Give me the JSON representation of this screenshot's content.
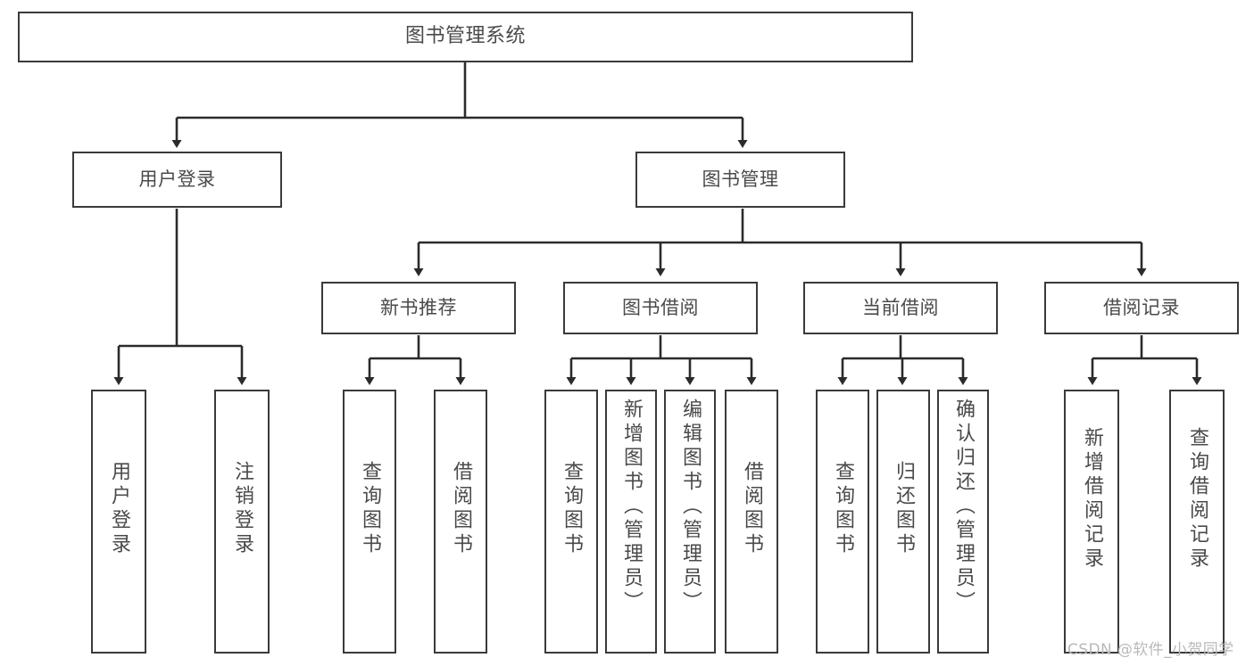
{
  "diagram": {
    "title": "图书管理系统",
    "watermark": "CSDN @软件_小贺同学",
    "colors": {
      "box_border": "#3a3a3a",
      "text": "#4a4a4a",
      "connector": "#2b2b2b",
      "background": "#ffffff",
      "watermark": "#b9b9b9"
    },
    "nodes": {
      "root": "图书管理系统",
      "level2": {
        "user_login": "用户登录",
        "book_manage": "图书管理"
      },
      "level3": {
        "new_book_rec": "新书推荐",
        "book_borrow": "图书借阅",
        "current_borrow": "当前借阅",
        "borrow_record": "借阅记录"
      },
      "leaves": {
        "user_login_1": "用户登录",
        "user_login_2": "注销登录",
        "new_book_rec_1": "查询图书",
        "new_book_rec_2": "借阅图书",
        "book_borrow_1": "查询图书",
        "book_borrow_2": "新增图书（管理员）",
        "book_borrow_3": "编辑图书（管理员）",
        "book_borrow_4": "借阅图书",
        "current_borrow_1": "查询图书",
        "current_borrow_2": "归还图书",
        "current_borrow_3": "确认归还（管理员）",
        "borrow_record_1": "新增借阅记录",
        "borrow_record_2": "查询借阅记录"
      }
    }
  }
}
